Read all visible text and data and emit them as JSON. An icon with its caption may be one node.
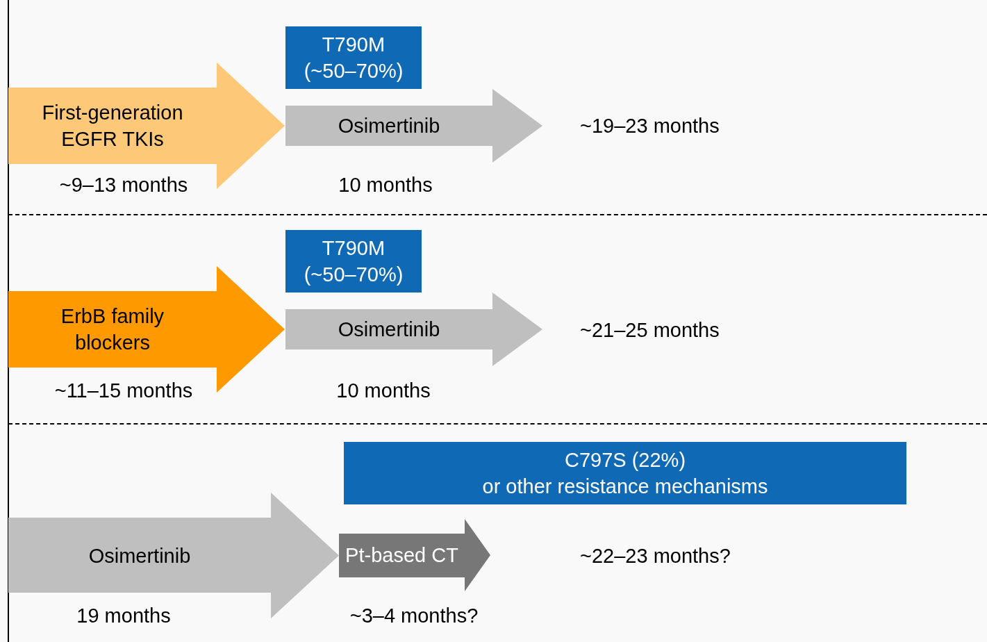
{
  "diagram": {
    "nodes": [
      {
        "text": [
          "T790M (~50–70%)"
        ]
      },
      {
        "text": [
          "First-generation EGFR TKIs"
        ],
        "beside": [
          "~9–13 months"
        ]
      },
      {
        "text": [
          "Osimertinib"
        ],
        "beside": [
          "10 months"
        ]
      },
      {
        "text": [
          "T790M (~50–70%)"
        ]
      },
      {
        "text": [
          "ErbB family blockers"
        ],
        "beside": [
          "~11–15 months"
        ]
      },
      {
        "text": [
          "Osimertinib"
        ],
        "beside": [
          "10 months"
        ]
      },
      {
        "text": [
          "C797S (22%)",
          "or other resistance mechanisms"
        ]
      },
      {
        "text": [
          "Osimertinib"
        ],
        "beside": [
          "19 months"
        ]
      },
      {
        "text": [
          "Pt-based CT"
        ],
        "beside": [
          "~3–4 months?"
        ]
      }
    ],
    "labels": [
      "~19–23 months",
      "~21–25 months",
      "~22–23 months?"
    ]
  }
}
